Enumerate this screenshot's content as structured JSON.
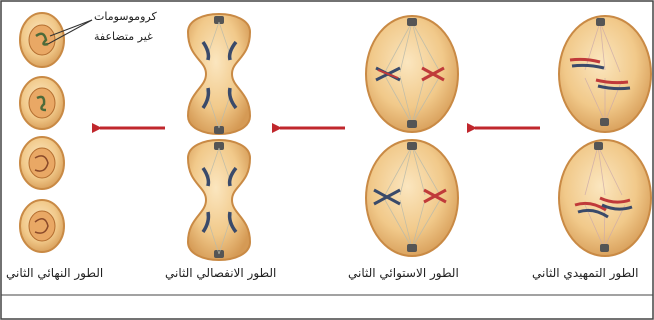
{
  "stages": [
    {
      "id": "prophase2",
      "label": "الطور التمهيدي الثاني"
    },
    {
      "id": "metaphase2",
      "label": "الطور الاستوائي الثاني"
    },
    {
      "id": "anaphase2",
      "label": "الطور الانفصالي الثاني"
    },
    {
      "id": "telophase2",
      "label": "الطور النهائي الثاني"
    }
  ],
  "annotation": {
    "line1": "كروموسومات",
    "line2": "غير متضاعفة"
  },
  "colors": {
    "cell_fill": "#f1c98a",
    "cell_edge": "#c98a45",
    "arrow": "#c0272d",
    "border": "#444444"
  }
}
